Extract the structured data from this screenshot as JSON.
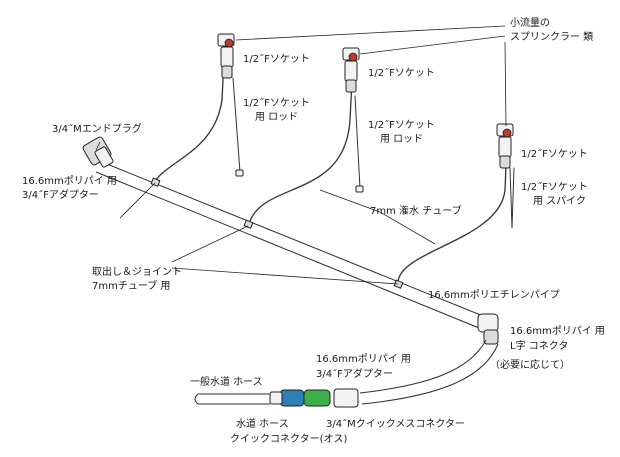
{
  "labels": {
    "small_sprinklers": [
      "小流量の",
      "スプリンクラー 類"
    ],
    "socket_1": "1/2˝Fソケット",
    "socket_2": "1/2˝Fソケット",
    "socket_3": "1/2˝Fソケット",
    "socket_rod_1": [
      "1/2˝Fソケット",
      "用 ロッド"
    ],
    "socket_rod_2": [
      "1/2˝Fソケット",
      "用 ロッド"
    ],
    "socket_spike": [
      "1/2˝Fソケット",
      "用 スパイク"
    ],
    "end_plug": "3/4˝Mエンドプラグ",
    "pipe_adapter_top": [
      "16.6mmポリパイ 用",
      "3/4˝Fアダプター"
    ],
    "watering_tube": "7mm 潅水 チューブ",
    "tee_joint": [
      "取出し＆ジョイント",
      "7mmチューブ 用"
    ],
    "poly_pipe": "16.6mmポリエチレンパイプ",
    "elbow": [
      "16.6mmポリパイ 用",
      "L字 コネクタ",
      "（必要に応じて）"
    ],
    "pipe_adapter_bottom": [
      "16.6mmポリパイ 用",
      "3/4˝Fアダプター"
    ],
    "garden_hose": "一般水道 ホース",
    "hose_quick_connector": [
      "水道 ホース",
      "クイックコネクター(オス)"
    ],
    "female_quick_connector": "3/4˝Mクイックメスコネクター"
  },
  "colors": {
    "sprinkler_head": "#c0392b",
    "quick_male": "#2f7fb5",
    "quick_female": "#3fae49",
    "line": "#333333"
  }
}
